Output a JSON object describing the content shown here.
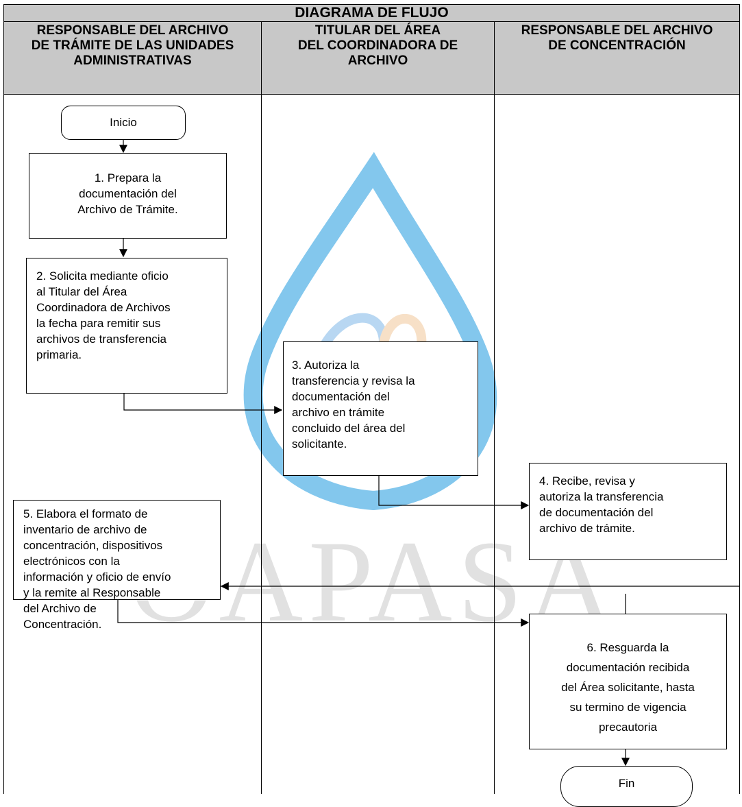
{
  "title": "DIAGRAMA DE FLUJO",
  "lanes": [
    {
      "lines": [
        "RESPONSABLE DEL ARCHIVO",
        "DE TRÁMITE DE LAS UNIDADES",
        "ADMINISTRATIVAS"
      ]
    },
    {
      "lines": [
        "TITULAR DEL ÁREA",
        "DEL COORDINADORA DE",
        "ARCHIVO"
      ]
    },
    {
      "lines": [
        "RESPONSABLE DEL ARCHIVO",
        "DE CONCENTRACIÓN"
      ]
    }
  ],
  "start": "Inicio",
  "end": "Fin",
  "steps": [
    {
      "lines": [
        "1. Prepara la",
        "documentación del",
        "Archivo de Trámite."
      ]
    },
    {
      "lines": [
        "2. Solicita mediante oficio",
        "al Titular del Área",
        "Coordinadora de Archivos",
        "la fecha para remitir sus",
        "archivos de transferencia",
        "primaria."
      ]
    },
    {
      "lines": [
        "3. Autoriza la",
        "transferencia y revisa la",
        "documentación del",
        "archivo en trámite",
        "concluido del área del",
        "solicitante."
      ]
    },
    {
      "lines": [
        "4. Recibe, revisa y",
        "autoriza la transferencia",
        "de documentación del",
        "archivo de trámite."
      ]
    },
    {
      "lines": [
        "5. Elabora el formato de",
        "inventario de archivo de",
        "concentración, dispositivos",
        "electrónicos con la",
        "información y oficio de envío",
        "y la remite al Responsable",
        "del Archivo de",
        "Concentración."
      ]
    },
    {
      "lines": [
        "6. Resguarda la",
        "documentación recibida",
        "del Área solicitante, hasta",
        "su termino de vigencia",
        "precautoria"
      ]
    }
  ],
  "watermark": {
    "text": "OAPASA",
    "drop_color": "#1e9be0",
    "text_color": "#9a9a9a"
  }
}
